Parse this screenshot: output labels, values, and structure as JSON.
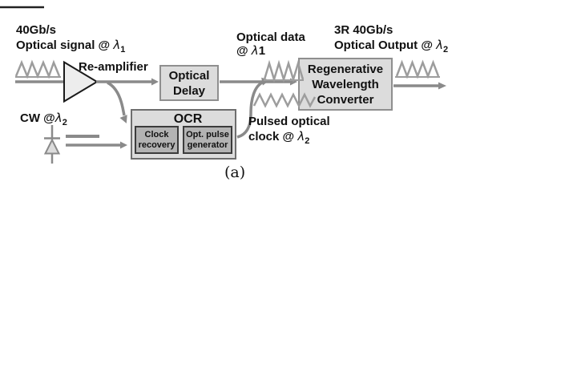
{
  "colors": {
    "background": "#ffffff",
    "text": "#111111",
    "line": "#8a8a8a",
    "waveform": "#9d9d9d",
    "box_fill": "#dcdcdc",
    "box_border": "#8f8f8f",
    "ocr_border": "#6e6e6e",
    "inner_fill": "#b3b3b3",
    "inner_border": "#3c3c3c",
    "amp_fill": "#ededed",
    "amp_border": "#1a1a1a",
    "artifact": "#222222"
  },
  "labels": {
    "input": {
      "line1": "40Gb/s",
      "line2_prefix": "Optical signal @ ",
      "lambda": "λ",
      "sub": "1"
    },
    "reamplifier": "Re-amplifier",
    "cw": {
      "prefix": "CW @",
      "lambda": "λ",
      "sub": "2"
    },
    "optical_delay": {
      "line1": "Optical",
      "line2": "Delay"
    },
    "optical_data": {
      "line1": "Optical data",
      "line2_prefix": "@ ",
      "lambda": "λ",
      "suffix": "1"
    },
    "output": {
      "line1": "3R 40Gb/s",
      "line2_prefix": "Optical Output @ ",
      "lambda": "λ",
      "sub": "2"
    },
    "converter": {
      "line1": "Regenerative",
      "line2": "Wavelength",
      "line3": "Converter"
    },
    "ocr": {
      "title": "OCR",
      "clock": {
        "line1": "Clock",
        "line2": "recovery"
      },
      "pulse": {
        "line1": "Opt. pulse",
        "line2": "generator"
      }
    },
    "pulsed_clock": {
      "line1": "Pulsed optical",
      "line2_prefix": "clock @ ",
      "lambda": "λ",
      "sub": "2"
    },
    "caption": "(a)"
  }
}
